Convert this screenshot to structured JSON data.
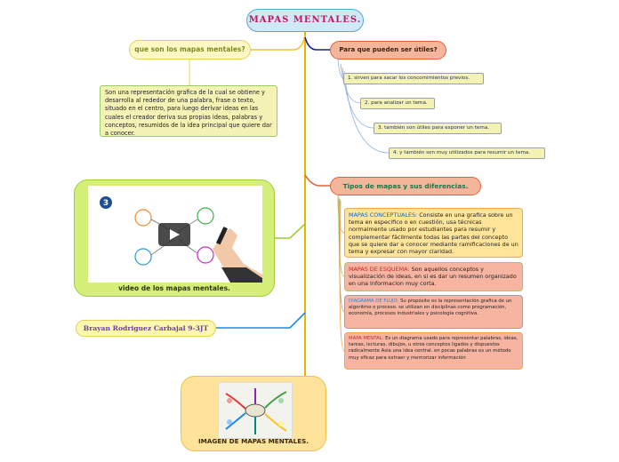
{
  "title": "MAPAS  MENTALES.",
  "left": {
    "question": "que son los mapas mentales?",
    "definition": "Son una representación grafica de la cual se obtiene y desarrolla al rededor de una palabra, frase o texto, situado en el centro, para luego derivar ideas en las cuales el creador deriva sus propias ideas, palabras y conceptos, resumidos de la idea principal que quiere dar a conocer.",
    "video_caption": "video de los mapas mentales.",
    "video_badge": "3",
    "author": "Brayan Rodriguez Carbajal  9-3JT",
    "image_caption": "IMAGEN DE MAPAS MENTALES."
  },
  "right": {
    "uses_title": "Para que pueden ser útiles?",
    "uses": [
      "1. sirven para sacar los concomimientos previos.",
      "2. para analizar un tema.",
      "3. también son útiles para exponer un tema.",
      "4. y también son muy utilizados para resumir un tema."
    ],
    "types_title": "Tipos de mapas y sus diferencias.",
    "types": [
      {
        "term": "MAPAS CONCEPTUALES:",
        "text": " Consiste en una grafica sobre un tema en especifico o en cuestión, usa técnicas normalmente usado por estudiantes para resumir y complementar fácilmente todas las partes del concepto que se quiere dar a conocer mediante ramificaciones de un tema y expresar con mayor claridad."
      },
      {
        "term": "MAPAS DE ESQUEMA:",
        "text": " Son aquellos conceptos y visualización de ideas, en si es dar un resumen organizado en una informacion muy corta."
      },
      {
        "term": "DIAGRAMA DE FLUJO:",
        "text": " Su propósito es la representación grafica de un algoritmo o proceso. se utilizan en disciplinas como programación, economía, procesos industriales y psicología cognitiva."
      },
      {
        "term": "MAPA MENTAL:",
        "text": " Es un diagrama usado para representar palabras, ideas, tareas, lecturas, dibujos, u otros conceptos ligados y dispuestos radicalmente Asia una idea central. en pocas palabras es un método muy eficaz para extraer y memorizar información"
      }
    ]
  },
  "colors": {
    "trunk": "#e8b400",
    "green_branch": "#9ccc3a",
    "blue_branch": "#1e88e5",
    "navy_branch": "#1a237e",
    "red_branch": "#e0603a"
  },
  "icons": [
    "play-icon",
    "hand-marker-icon",
    "number-badge-icon",
    "mindmap-thumbnail-icon"
  ]
}
